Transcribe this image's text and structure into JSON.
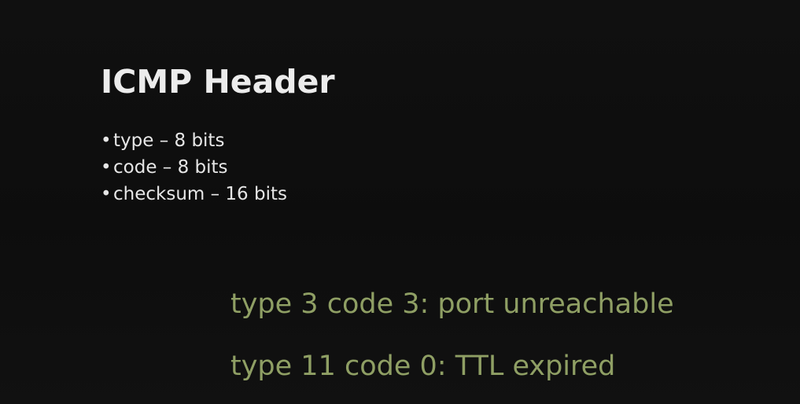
{
  "slide": {
    "title": "ICMP Header",
    "bullet_symbol": "•",
    "bullets": [
      "type – 8 bits",
      "code – 8 bits",
      "checksum – 16 bits"
    ],
    "notes": [
      "type 3 code 3: port unreachable",
      "type 11 code 0: TTL expired"
    ]
  },
  "colors": {
    "background": "#0f0f0f",
    "title_text": "#ececec",
    "bullet_text": "#e6e6e6",
    "note_text": "#8f9f64"
  }
}
